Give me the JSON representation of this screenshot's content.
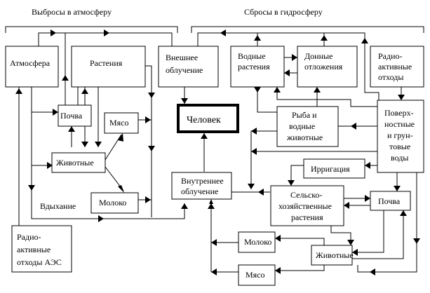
{
  "headers": {
    "emissions_atmosphere": "Выбросы в атмосферу",
    "discharges_hydrosphere": "Сбросы в гидросферу"
  },
  "nodes": {
    "atmosphere": [
      "Атмосфера"
    ],
    "plants": [
      "Растения"
    ],
    "external_irradiation": [
      "Внешнее",
      "облучение"
    ],
    "aquatic_plants": [
      "Водные",
      "растения"
    ],
    "bottom_sediments": [
      "Донные",
      "отложения"
    ],
    "radioactive_waste": [
      "Радио-",
      "активные",
      "отходы"
    ],
    "soil_left": [
      "Почва"
    ],
    "meat_left": [
      "Мясо"
    ],
    "human": [
      "Человек"
    ],
    "fish": [
      "Рыба и",
      "водные",
      "животные"
    ],
    "surface_ground_water": [
      "Поверх-",
      "ностные",
      "и грун-",
      "товые",
      "воды"
    ],
    "animals_left": [
      "Животные"
    ],
    "irrigation": [
      "Ирригация"
    ],
    "internal_irradiation": [
      "Внутреннее",
      "облучение"
    ],
    "milk_left": [
      "Молоко"
    ],
    "agri_plants": [
      "Сельско-",
      "хозяйственные",
      "растения"
    ],
    "soil_right": [
      "Почва"
    ],
    "npp_waste": [
      "Радио-",
      "активные",
      "отходы АЭС"
    ],
    "milk_right": [
      "Молоко"
    ],
    "animals_right": [
      "Животные"
    ],
    "meat_right": [
      "Мясо"
    ]
  },
  "labels": {
    "inhalation": "Вдыхание"
  }
}
